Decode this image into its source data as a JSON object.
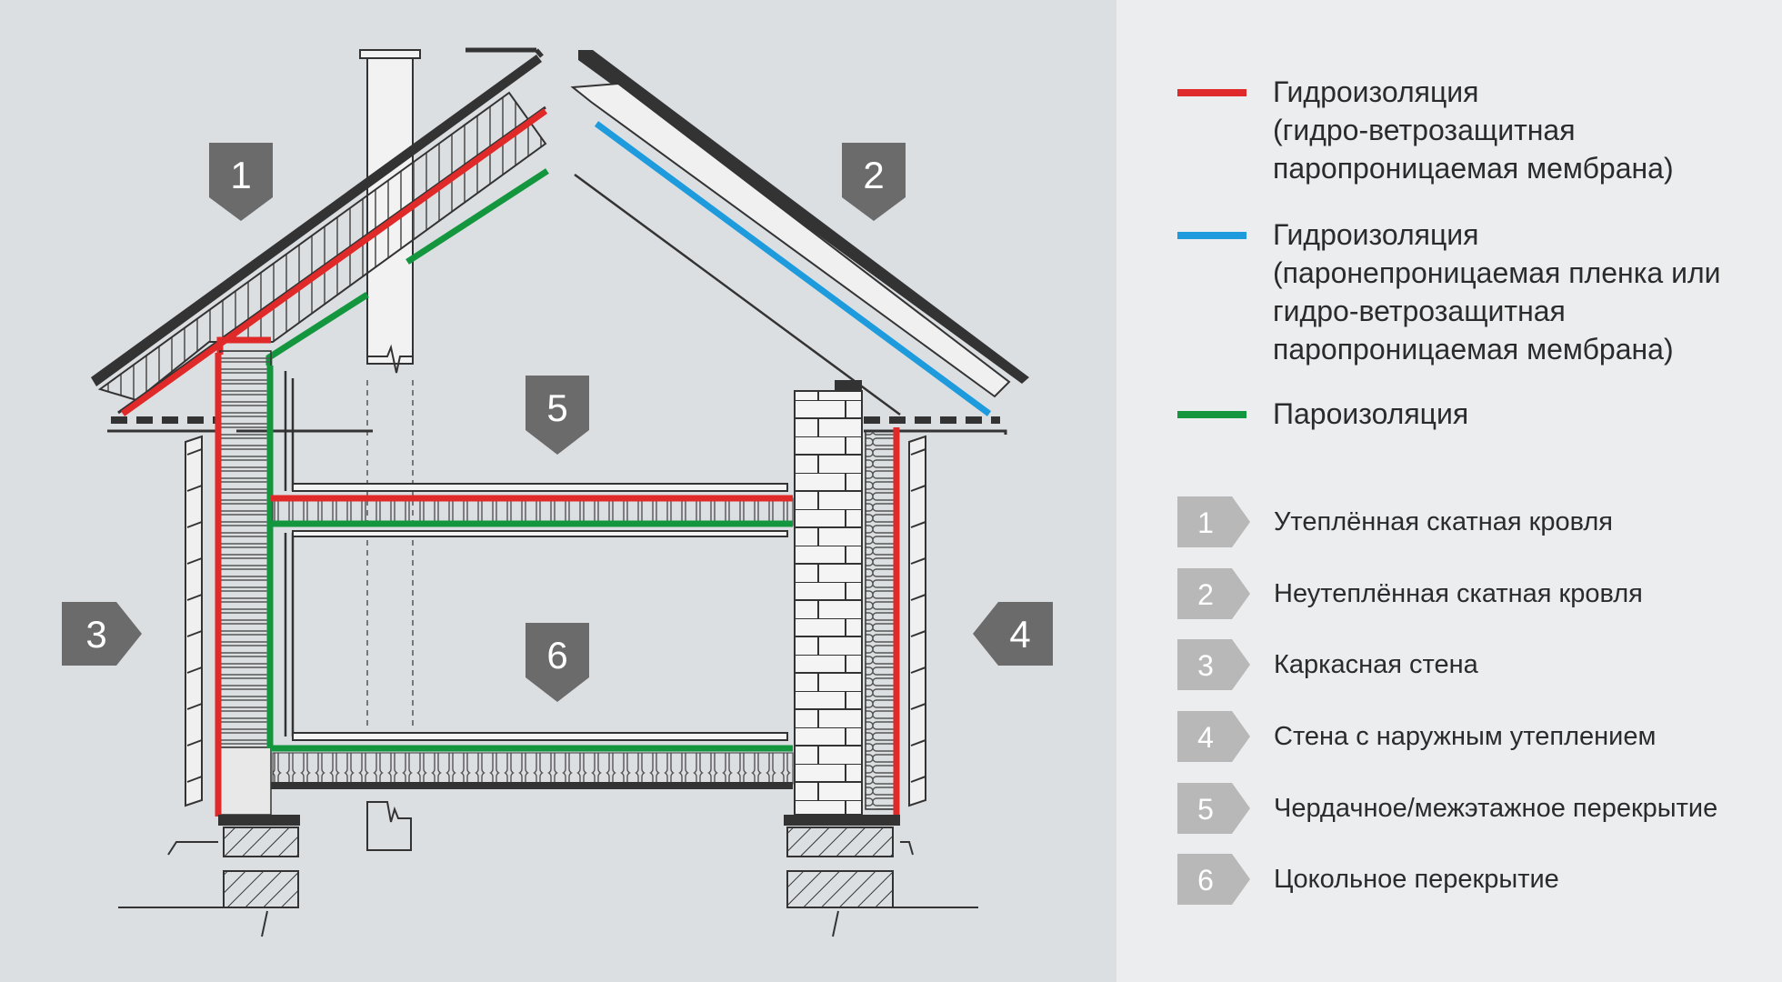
{
  "colors": {
    "waterproofing_red": "#e02a2a",
    "waterproofing_blue": "#1e9bdc",
    "vapor_green": "#14963f",
    "marker_dark": "#6b6b6b",
    "marker_light": "#b8b8b8"
  },
  "legend_lines": [
    {
      "color": "#e02a2a",
      "text": "Гидроизоляция\n(гидро-ветрозащитная\nпаропроницаемая мембрана)"
    },
    {
      "color": "#1e9bdc",
      "text": "Гидроизоляция\n(паронепроницаемая пленка или\nгидро-ветрозащитная\nпаропроницаемая мембрана)"
    },
    {
      "color": "#14963f",
      "text": "Пароизоляция"
    }
  ],
  "legend_items": [
    {
      "num": "1",
      "label": "Утеплённая скатная кровля"
    },
    {
      "num": "2",
      "label": "Неутеплённая скатная кровля"
    },
    {
      "num": "3",
      "label": "Каркасная стена"
    },
    {
      "num": "4",
      "label": "Стена с наружным утеплением"
    },
    {
      "num": "5",
      "label": "Чердачное/межэтажное перекрытие"
    },
    {
      "num": "6",
      "label": "Цокольное перекрытие"
    }
  ],
  "markers": [
    {
      "num": "1",
      "direction": "down"
    },
    {
      "num": "2",
      "direction": "down"
    },
    {
      "num": "3",
      "direction": "right"
    },
    {
      "num": "4",
      "direction": "left"
    },
    {
      "num": "5",
      "direction": "down"
    },
    {
      "num": "6",
      "direction": "down"
    }
  ]
}
